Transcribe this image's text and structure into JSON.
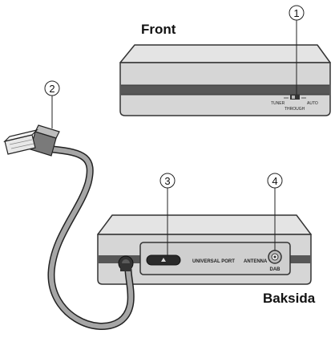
{
  "labels": {
    "front": "Front",
    "back": "Baksida"
  },
  "callouts": [
    "1",
    "2",
    "3",
    "4"
  ],
  "switch": {
    "tuner": "TUNER",
    "through": "THROUGH",
    "auto": "AUTO"
  },
  "ports": {
    "universal": "UNIVERSAL PORT",
    "antenna": "ANTENNA",
    "dab": "DAB"
  },
  "colors": {
    "body_light": "#d8d8d8",
    "body_top": "#e6e6e6",
    "band_dark": "#555555",
    "outline": "#333333",
    "cable": "#9a9a9a"
  }
}
